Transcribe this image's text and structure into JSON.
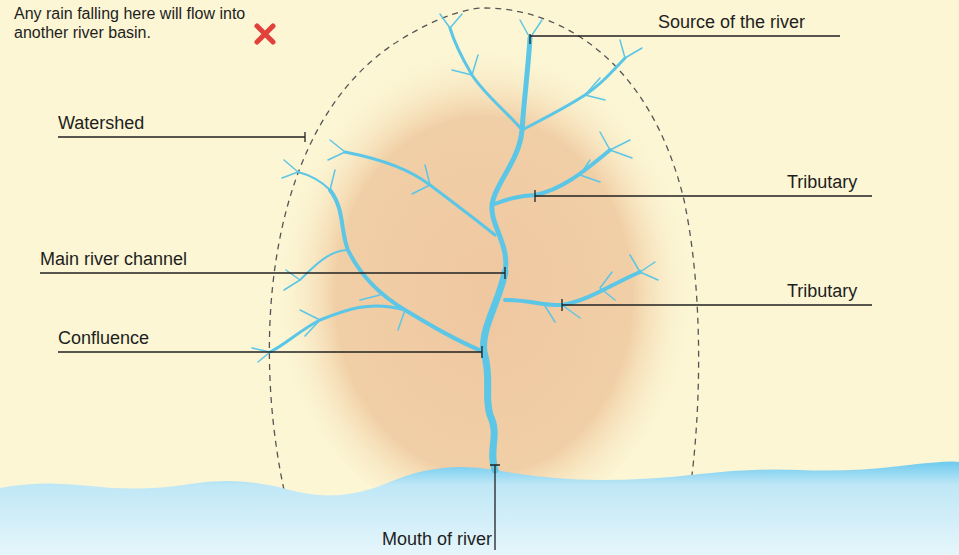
{
  "diagram": {
    "labels": [
      "Any rain falling here will flow into another river basin.",
      "Source of the river",
      "Watershed",
      "Tributary",
      "Main river channel",
      "Tributary",
      "Confluence",
      "Mouth of river"
    ]
  }
}
